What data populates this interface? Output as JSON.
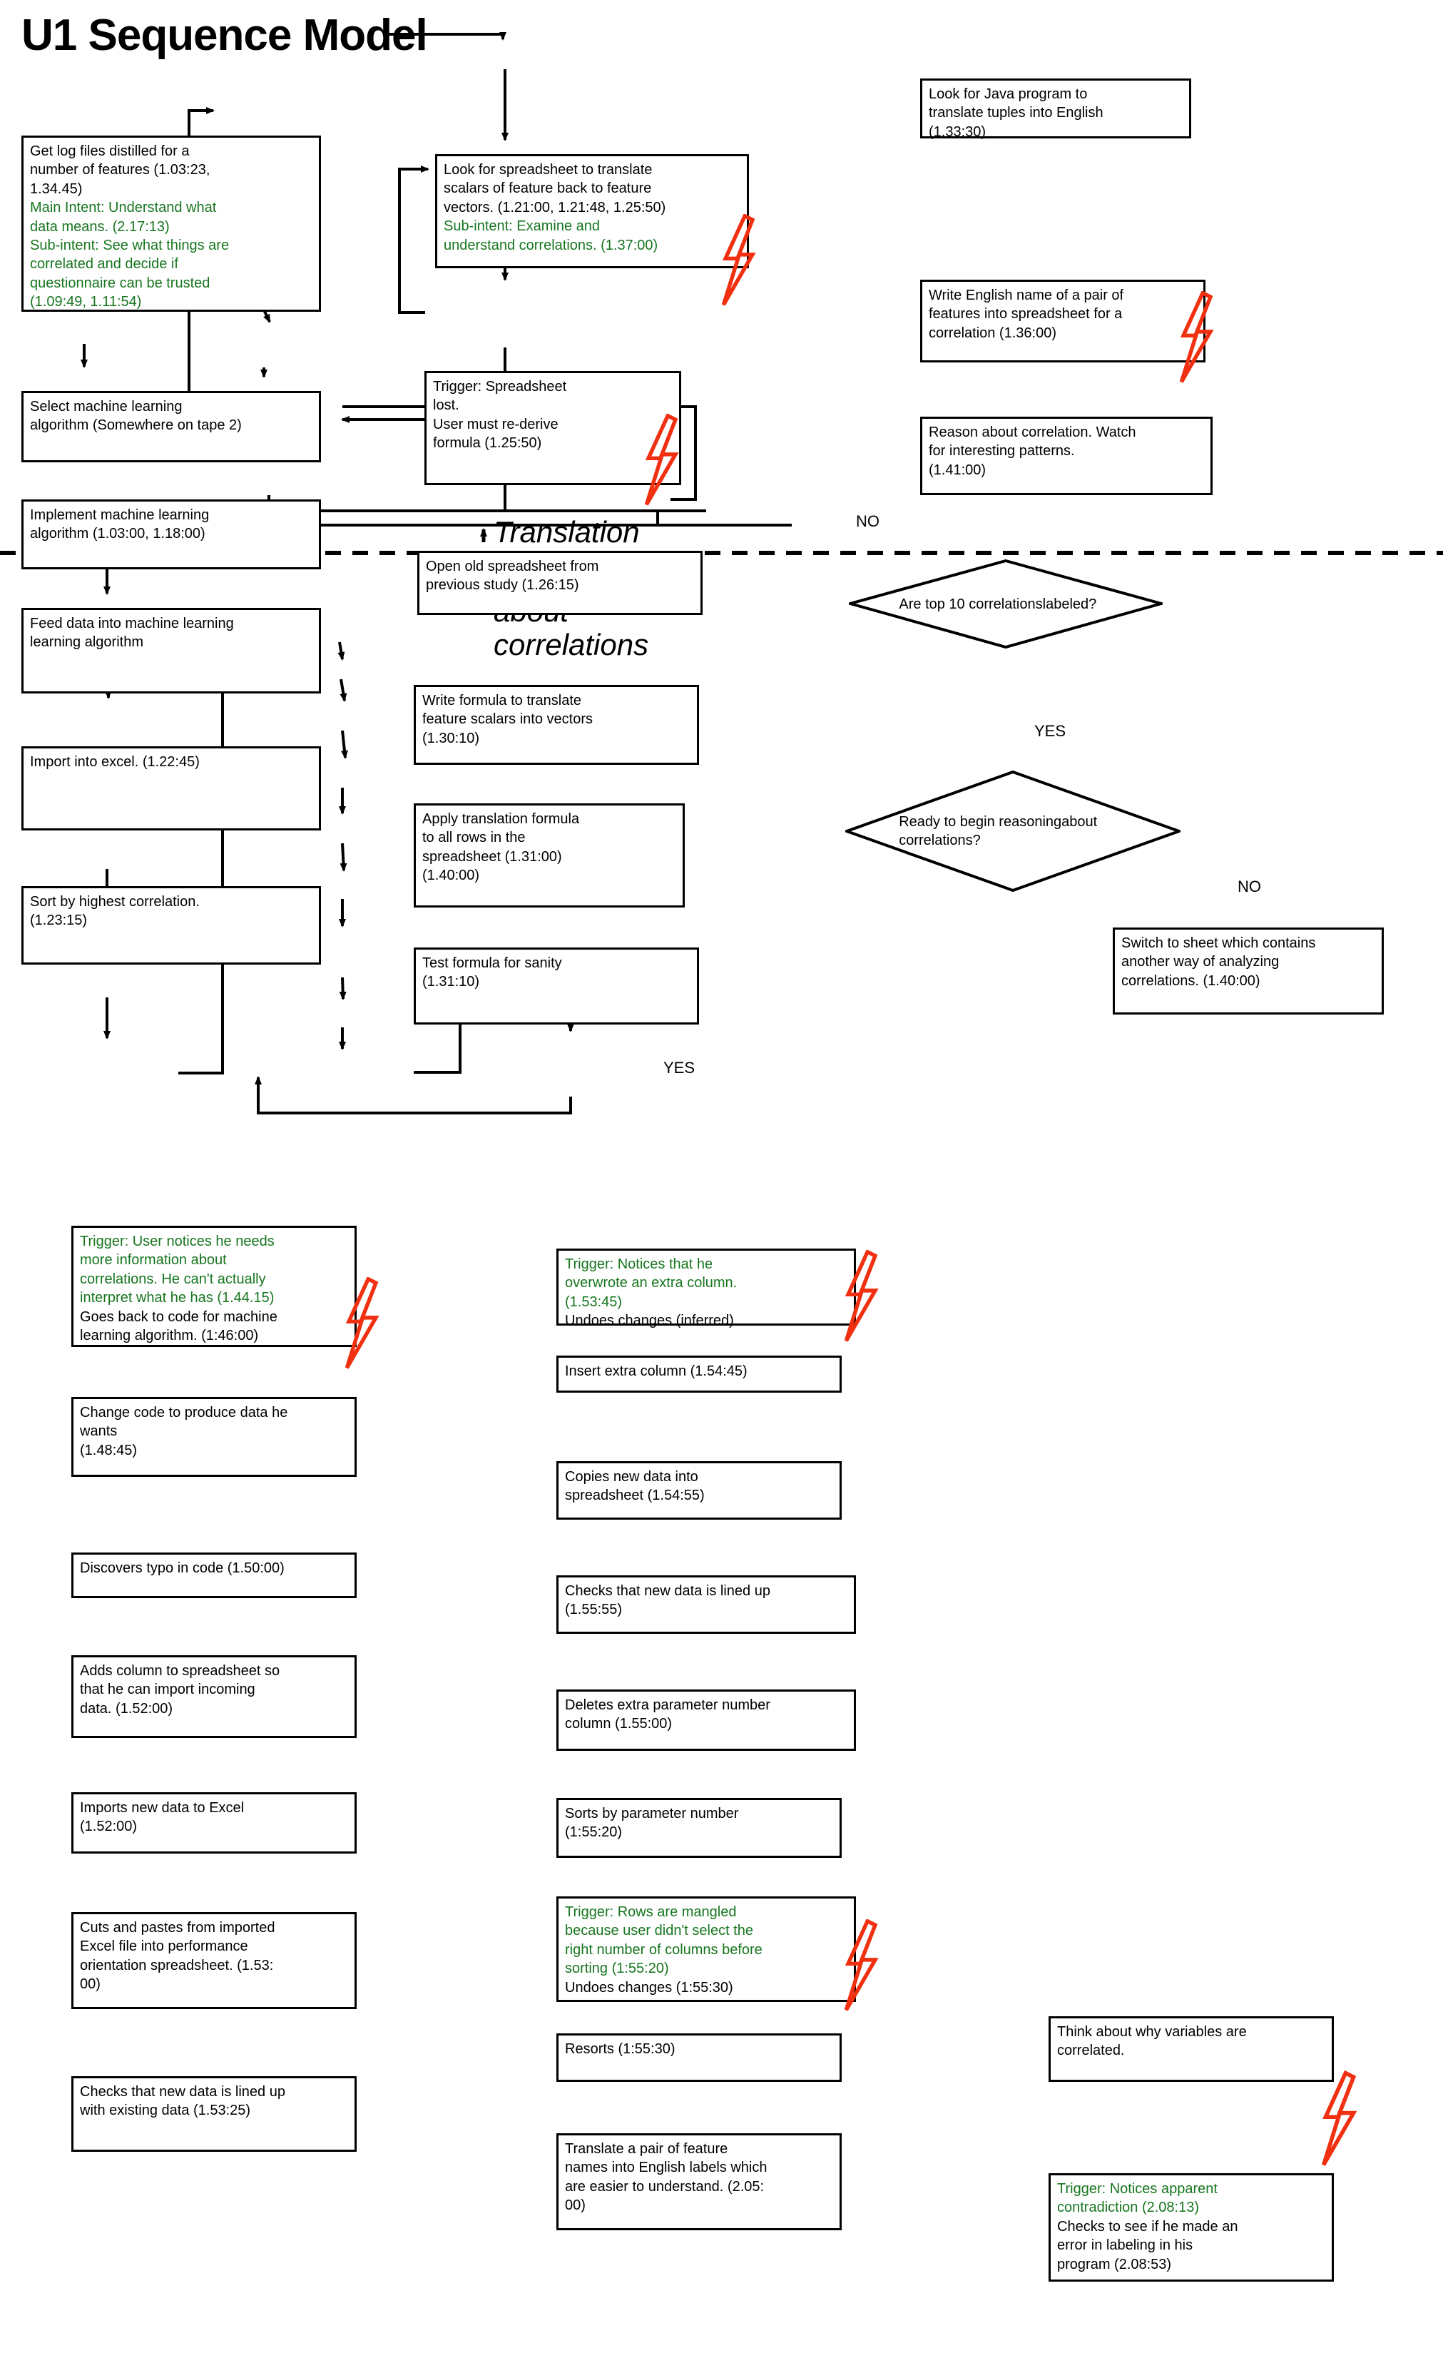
{
  "title": "U1 Sequence Model",
  "colors": {
    "text": "#000000",
    "trigger_green": "#17761f",
    "breakdown_red": "#f03010",
    "box_border": "#000000"
  },
  "phases": {
    "above": "Translation",
    "below": "Reasoning about correlations"
  },
  "edge_labels": {
    "no_top": "NO",
    "yes_top": "YES",
    "no_ready": "NO",
    "yes_bottom": "YES"
  },
  "nodes": {
    "get_log_files": {
      "lines": [
        {
          "t": "Get log files distilled for a",
          "c": "black"
        },
        {
          "t": "number of features (1.03:23,",
          "c": "black"
        },
        {
          "t": "1.34.45)",
          "c": "black"
        },
        {
          "t": "Main Intent: Understand what",
          "c": "green"
        },
        {
          "t": "data means. (2.17:13)",
          "c": "green"
        },
        {
          "t": "Sub-intent: See what things are",
          "c": "green"
        },
        {
          "t": "correlated and decide if",
          "c": "green"
        },
        {
          "t": "questionnaire can be trusted",
          "c": "green"
        },
        {
          "t": "(1.09:49, 1.11:54)",
          "c": "green"
        }
      ]
    },
    "select_ml": {
      "lines": [
        {
          "t": "Select machine learning",
          "c": "black"
        },
        {
          "t": "algorithm (Somewhere on tape 2)",
          "c": "black"
        }
      ]
    },
    "implement_ml": {
      "lines": [
        {
          "t": "Implement machine learning",
          "c": "black"
        },
        {
          "t": "algorithm (1.03:00, 1.18:00)",
          "c": "black"
        }
      ]
    },
    "feed_data": {
      "lines": [
        {
          "t": "Feed data into machine learning",
          "c": "black"
        },
        {
          "t": "learning algorithm",
          "c": "black"
        }
      ]
    },
    "import_excel": {
      "lines": [
        {
          "t": "Import into excel. (1.22:45)",
          "c": "black"
        }
      ]
    },
    "sort_correlation": {
      "lines": [
        {
          "t": "Sort by highest correlation.",
          "c": "black"
        },
        {
          "t": "(1.23:15)",
          "c": "black"
        }
      ]
    },
    "look_spreadsheet": {
      "lines": [
        {
          "t": "Look for spreadsheet to translate",
          "c": "black"
        },
        {
          "t": "scalars of feature back to feature",
          "c": "black"
        },
        {
          "t": "vectors. (1.21:00, 1.21:48, 1.25:50)",
          "c": "black"
        },
        {
          "t": "Sub-intent: Examine and",
          "c": "green"
        },
        {
          "t": "understand correlations. (1.37:00)",
          "c": "green"
        }
      ]
    },
    "trigger_sheet_lost": {
      "lines": [
        {
          "t": "Trigger: Spreadsheet",
          "c": "black"
        },
        {
          "t": "lost.",
          "c": "black"
        },
        {
          "t": "User must re-derive",
          "c": "black"
        },
        {
          "t": "formula (1.25:50)",
          "c": "black"
        }
      ]
    },
    "open_old_sheet": {
      "lines": [
        {
          "t": "Open old spreadsheet from",
          "c": "black"
        },
        {
          "t": "previous study (1.26:15)",
          "c": "black"
        }
      ]
    },
    "write_formula": {
      "lines": [
        {
          "t": "Write formula to translate",
          "c": "black"
        },
        {
          "t": "feature scalars into vectors",
          "c": "black"
        },
        {
          "t": "(1.30:10)",
          "c": "black"
        }
      ]
    },
    "apply_formula": {
      "lines": [
        {
          "t": "Apply translation formula",
          "c": "black"
        },
        {
          "t": "to all rows in the",
          "c": "black"
        },
        {
          "t": "spreadsheet (1.31:00)",
          "c": "black"
        },
        {
          "t": "(1.40:00)",
          "c": "black"
        }
      ]
    },
    "test_formula": {
      "lines": [
        {
          "t": "Test formula for sanity",
          "c": "black"
        },
        {
          "t": "(1.31:10)",
          "c": "black"
        }
      ]
    },
    "look_java": {
      "lines": [
        {
          "t": "Look for Java program to",
          "c": "black"
        },
        {
          "t": "translate tuples into English",
          "c": "black"
        },
        {
          "t": "(1.33:30)",
          "c": "black"
        }
      ]
    },
    "write_english_name": {
      "lines": [
        {
          "t": "Write English name of a pair of",
          "c": "black"
        },
        {
          "t": "features into spreadsheet for a",
          "c": "black"
        },
        {
          "t": "correlation (1.36:00)",
          "c": "black"
        }
      ]
    },
    "reason_correlation": {
      "lines": [
        {
          "t": "Reason about correlation. Watch",
          "c": "black"
        },
        {
          "t": "for interesting patterns.",
          "c": "black"
        },
        {
          "t": "(1.41:00)",
          "c": "black"
        }
      ]
    },
    "switch_sheet": {
      "lines": [
        {
          "t": "Switch to sheet which contains",
          "c": "black"
        },
        {
          "t": "another way of analyzing",
          "c": "black"
        },
        {
          "t": "correlations.  (1.40:00)",
          "c": "black"
        }
      ]
    },
    "trigger_more_info": {
      "lines": [
        {
          "t": "Trigger: User notices he needs",
          "c": "green"
        },
        {
          "t": "more information about",
          "c": "green"
        },
        {
          "t": "correlations. He can't actually",
          "c": "green"
        },
        {
          "t": "interpret what he has (1.44.15)",
          "c": "green"
        },
        {
          "t": "Goes back to code for machine",
          "c": "black"
        },
        {
          "t": "learning algorithm. (1:46:00)",
          "c": "black"
        }
      ]
    },
    "change_code": {
      "lines": [
        {
          "t": "Change code to produce data he",
          "c": "black"
        },
        {
          "t": "wants",
          "c": "black"
        },
        {
          "t": "(1.48:45)",
          "c": "black"
        }
      ]
    },
    "discovers_typo": {
      "lines": [
        {
          "t": "Discovers typo in code  (1.50:00)",
          "c": "black"
        }
      ]
    },
    "adds_column": {
      "lines": [
        {
          "t": "Adds column to spreadsheet so",
          "c": "black"
        },
        {
          "t": "that he can import incoming",
          "c": "black"
        },
        {
          "t": "data.  (1.52:00)",
          "c": "black"
        }
      ]
    },
    "imports_new_data": {
      "lines": [
        {
          "t": "Imports new data to Excel",
          "c": "black"
        },
        {
          "t": "(1.52:00)",
          "c": "black"
        }
      ]
    },
    "cuts_pastes": {
      "lines": [
        {
          "t": "Cuts and pastes from imported",
          "c": "black"
        },
        {
          "t": "Excel file into performance",
          "c": "black"
        },
        {
          "t": "orientation spreadsheet. (1.53:",
          "c": "black"
        },
        {
          "t": "00)",
          "c": "black"
        }
      ]
    },
    "checks_lined_up_existing": {
      "lines": [
        {
          "t": "Checks that new data is lined up",
          "c": "black"
        },
        {
          "t": "with existing data (1.53:25)",
          "c": "black"
        }
      ]
    },
    "trigger_overwrote": {
      "lines": [
        {
          "t": "Trigger: Notices that he",
          "c": "green"
        },
        {
          "t": "overwrote an extra column.",
          "c": "green"
        },
        {
          "t": "(1.53:45)",
          "c": "green"
        },
        {
          "t": "Undoes changes (inferred)",
          "c": "black"
        }
      ]
    },
    "insert_extra_column": {
      "lines": [
        {
          "t": "Insert extra column (1.54:45)",
          "c": "black"
        }
      ]
    },
    "copies_new_data": {
      "lines": [
        {
          "t": "Copies new data into",
          "c": "black"
        },
        {
          "t": "spreadsheet (1.54:55)",
          "c": "black"
        }
      ]
    },
    "checks_lined_up": {
      "lines": [
        {
          "t": "Checks that new data is lined up",
          "c": "black"
        },
        {
          "t": "(1.55:55)",
          "c": "black"
        }
      ]
    },
    "deletes_extra": {
      "lines": [
        {
          "t": "Deletes extra parameter number",
          "c": "black"
        },
        {
          "t": "column (1.55:00)",
          "c": "black"
        }
      ]
    },
    "sorts_by_param": {
      "lines": [
        {
          "t": "Sorts by parameter number",
          "c": "black"
        },
        {
          "t": "(1:55:20)",
          "c": "black"
        }
      ]
    },
    "trigger_rows_mangled": {
      "lines": [
        {
          "t": "Trigger: Rows are mangled",
          "c": "green"
        },
        {
          "t": "because user didn't select the",
          "c": "green"
        },
        {
          "t": "right number of columns before",
          "c": "green"
        },
        {
          "t": "sorting  (1:55:20)",
          "c": "green"
        },
        {
          "t": "Undoes changes (1:55:30)",
          "c": "black"
        }
      ]
    },
    "resorts": {
      "lines": [
        {
          "t": "Resorts (1:55:30)",
          "c": "black"
        }
      ]
    },
    "translate_pair": {
      "lines": [
        {
          "t": "Translate a pair of feature",
          "c": "black"
        },
        {
          "t": "names into English labels which",
          "c": "black"
        },
        {
          "t": "are easier to understand. (2.05:",
          "c": "black"
        },
        {
          "t": "00)",
          "c": "black"
        }
      ]
    },
    "think_why": {
      "lines": [
        {
          "t": "Think about why variables are",
          "c": "black"
        },
        {
          "t": "correlated.",
          "c": "black"
        }
      ]
    },
    "trigger_contradiction": {
      "lines": [
        {
          "t": "Trigger: Notices apparent",
          "c": "green"
        },
        {
          "t": "contradiction (2.08:13)",
          "c": "green"
        },
        {
          "t": "Checks to see if he made an",
          "c": "black"
        },
        {
          "t": "error in labeling in his",
          "c": "black"
        },
        {
          "t": "program (2.08:53)",
          "c": "black"
        }
      ]
    }
  },
  "decisions": {
    "top10_labeled": {
      "lines": [
        {
          "t": "Are top 10 correlations",
          "c": "black"
        },
        {
          "t": "labeled?",
          "c": "black"
        }
      ]
    },
    "ready_reasoning": {
      "lines": [
        {
          "t": "Ready to begin reasoning",
          "c": "black"
        },
        {
          "t": "about correlations?",
          "c": "black"
        }
      ]
    }
  }
}
